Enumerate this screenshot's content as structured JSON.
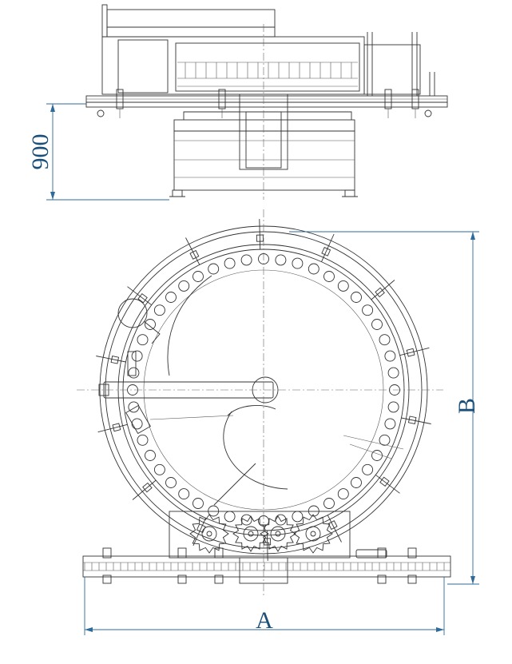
{
  "drawing": {
    "height_dimension_label": "900",
    "dimension_b_label": "B",
    "dimension_a_label": "A",
    "puck_count": 48,
    "gear_count": 4,
    "line_color": "#333333",
    "dimension_color": "#2e6a9a",
    "text_color": "#1a4f7a"
  }
}
